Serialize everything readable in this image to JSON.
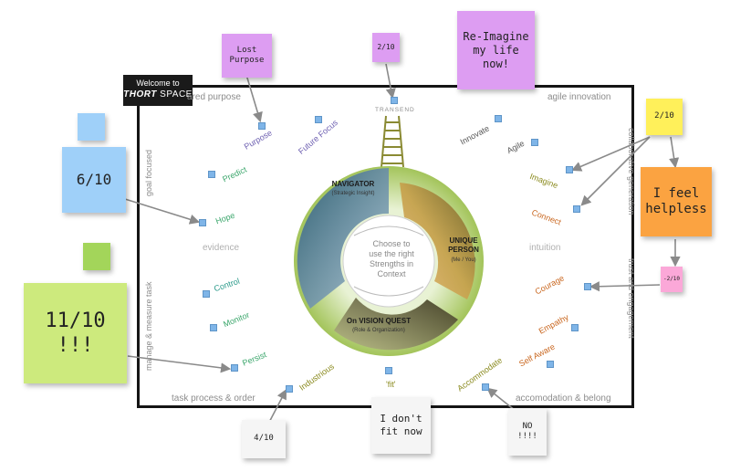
{
  "frame": {
    "welcome_line1": "Welcome to",
    "welcome_brand_bold": "THORT",
    "welcome_brand_rest": " SPACE"
  },
  "quadrant_labels": {
    "top_left": "ared purpose",
    "top_center": "TRANSEND",
    "top_right": "agile innovation",
    "left_upper": "goal focused",
    "left_lower": "manage & measure task",
    "right_upper": "collaborative generation",
    "right_lower": "trust and engagement",
    "bottom_left": "task process & order",
    "bottom_right": "accomodation & belong",
    "mid_left": "evidence",
    "mid_right": "intuition"
  },
  "strengths": {
    "purpose": "Purpose",
    "future_focus": "Future Focus",
    "innovate": "Innovate",
    "agile": "Agile",
    "predict": "Predict",
    "imagine": "Imagine",
    "hope": "Hope",
    "connect": "Connect",
    "control": "Control",
    "courage": "Courage",
    "monitor": "Monitor",
    "empathy": "Empathy",
    "persist": "Persist",
    "self_aware": "Self Aware",
    "industrious": "Industrious",
    "accommodate": "Accommodate",
    "fit": "'fit'"
  },
  "wheel": {
    "navigator_title": "NAVIGATOR",
    "navigator_sub": "(Strategic Insight)",
    "unique_title_1": "UNIQUE",
    "unique_title_2": "PERSON",
    "unique_sub": "(Me / You)",
    "vision_title": "On VISION QUEST",
    "vision_sub": "(Role & Organization)",
    "center_1": "Choose to",
    "center_2": "use the right",
    "center_3": "Strengths in",
    "center_4": "Context"
  },
  "notes": {
    "lost_purpose": "Lost\nPurpose",
    "transend_score": "2/10",
    "reimagine": "Re-Imagine\nmy life\nnow!",
    "right_score": "2/10",
    "helpless": "I feel\nhelpless",
    "minus_score": "-2/10",
    "six": "6/10",
    "eleven": "11/10\n!!!",
    "four": "4/10",
    "dont_fit": "I don't\nfit now",
    "no": "NO\n!!!!"
  },
  "colors": {
    "navigator": "#4f7d96",
    "unique": "#a98a3c",
    "vision": "#5e5a3e",
    "ring_green": "#a3c45a",
    "green_text": "#3aa66b",
    "teal_text": "#2a9a8a",
    "orange_text": "#c9661e",
    "olive_text": "#8a8a1e",
    "purple_text": "#6d5fb1",
    "note_purple": "#dd9df2",
    "note_blue": "#9fd0f9",
    "note_green": "#cdea7d",
    "note_yellow": "#fff05a",
    "note_orange": "#fba341",
    "note_pink": "#fba8d8",
    "note_white": "#f5f5f5"
  }
}
